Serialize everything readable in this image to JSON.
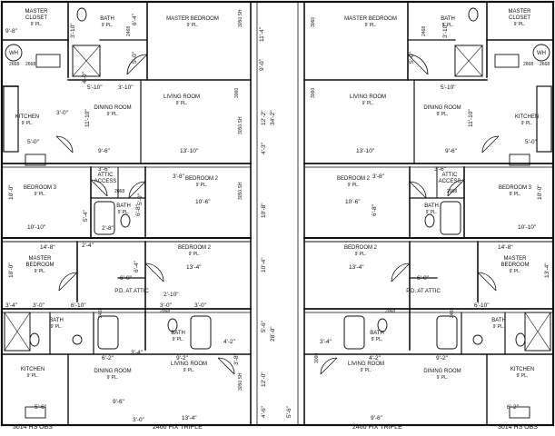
{
  "rooms": [
    {
      "id": "ul-closet",
      "label": "MASTER CLOSET",
      "sub": "9' PL."
    },
    {
      "id": "ul-bath",
      "label": "BATH",
      "sub": "9' PL."
    },
    {
      "id": "ul-master",
      "label": "MASTER BEDROOM",
      "sub": "9' PL."
    },
    {
      "id": "ul-living",
      "label": "LIVING ROOM",
      "sub": "9' PL."
    },
    {
      "id": "ul-dining",
      "label": "DINING ROOM",
      "sub": "9' PL."
    },
    {
      "id": "ul-kitchen",
      "label": "KITCHEN",
      "sub": "9' PL."
    },
    {
      "id": "ul-bed3",
      "label": "BEDROOM 3",
      "sub": "9' PL."
    },
    {
      "id": "ul-bed2",
      "label": "BEDROOM 2",
      "sub": "9' PL."
    },
    {
      "id": "ul-attic",
      "label": "ATTIC ACCESS",
      "sub": ""
    },
    {
      "id": "ul-bath2",
      "label": "BATH",
      "sub": "9' PL."
    },
    {
      "id": "ur-master",
      "label": "MASTER BEDROOM",
      "sub": "9' PL."
    },
    {
      "id": "ur-closet",
      "label": "MASTER CLOSET",
      "sub": "9' PL."
    },
    {
      "id": "ur-bath",
      "label": "BATH",
      "sub": "9' PL."
    },
    {
      "id": "ur-living",
      "label": "LIVING ROOM",
      "sub": "9' PL."
    },
    {
      "id": "ur-dining",
      "label": "DINING ROOM",
      "sub": "9' PL."
    },
    {
      "id": "ur-kitchen",
      "label": "KITCHEN",
      "sub": "9' PL."
    },
    {
      "id": "ur-bed2",
      "label": "BEDROOM 2",
      "sub": "9' PL."
    },
    {
      "id": "ur-bed3",
      "label": "BEDROOM 3",
      "sub": "9' PL."
    },
    {
      "id": "ur-attic",
      "label": "ATTIC ACCESS",
      "sub": ""
    },
    {
      "id": "ur-bath2",
      "label": "BATH",
      "sub": "9' PL."
    },
    {
      "id": "ll-master",
      "label": "MASTER BEDROOM",
      "sub": "9' PL."
    },
    {
      "id": "ll-bed2",
      "label": "BEDROOM 2",
      "sub": "9' PL."
    },
    {
      "id": "ll-attic",
      "label": "P.D. AT ATTIC",
      "sub": ""
    },
    {
      "id": "ll-bath",
      "label": "BATH",
      "sub": "9' PL."
    },
    {
      "id": "ll-bath2",
      "label": "BATH",
      "sub": "9' PL."
    },
    {
      "id": "ll-kitchen",
      "label": "KITCHEN",
      "sub": "9' PL."
    },
    {
      "id": "ll-dining",
      "label": "DINING ROOM",
      "sub": "9' PL."
    },
    {
      "id": "ll-living",
      "label": "LIVING ROOM",
      "sub": "9' PL."
    },
    {
      "id": "lr-bed2",
      "label": "BEDROOM 2",
      "sub": "9' PL."
    },
    {
      "id": "lr-master",
      "label": "MASTER BEDROOM",
      "sub": "9' PL."
    },
    {
      "id": "lr-attic",
      "label": "P.D. AT ATTIC",
      "sub": ""
    },
    {
      "id": "lr-bath",
      "label": "BATH",
      "sub": "9' PL."
    },
    {
      "id": "lr-bath2",
      "label": "BATH",
      "sub": "9' PL."
    },
    {
      "id": "lr-living",
      "label": "LIVING ROOM",
      "sub": "9' PL."
    },
    {
      "id": "lr-dining",
      "label": "DINING ROOM",
      "sub": "9' PL."
    },
    {
      "id": "lr-kitchen",
      "label": "KITCHEN",
      "sub": "9' PL."
    }
  ],
  "dimensions": [
    "9'-8\"",
    "3'-10\"",
    "6'-4\"",
    "5'-0\"",
    "4'-0\"",
    "5'-10\"",
    "3'-10\"",
    "11'-10\"",
    "3'-0\"",
    "5'-0\"",
    "9'-6\"",
    "13'-10\"",
    "10'-0\"",
    "10'-10\"",
    "3'-6\"",
    "3'-8\"",
    "5'-4\"",
    "6'-8\"",
    "2'-8\"",
    "5'-0\"",
    "10'-6\"",
    "11'-4\"",
    "9'-0\"",
    "12'-2\"",
    "34'-2\"",
    "4'-3\"",
    "10'-8\"",
    "5'-0\"",
    "3'-10\"",
    "5'-10\"",
    "11'-10\"",
    "13'-10\"",
    "9'-6\"",
    "5'-0\"",
    "3'-6\"",
    "3'-8\"",
    "10'-6\"",
    "6'-8\"",
    "10'-0\"",
    "10'-10\"",
    "14'-8\"",
    "2'-4\"",
    "10'-0\"",
    "6'-0\"",
    "6'-4\"",
    "13'-4\"",
    "3'-4\"",
    "3'-0\"",
    "6'-10\"",
    "2'-10\"",
    "3'-0\"",
    "3'-0\"",
    "4'-2\"",
    "3'-4\"",
    "6'-2\"",
    "9'-2\"",
    "5'-6\"",
    "9'-6\"",
    "3'-0\"",
    "13'-4\"",
    "10'-4\"",
    "5'-6\"",
    "28'-0\"",
    "12'-0\"",
    "4'-6\"",
    "3'-8\"",
    "14'-8\"",
    "13'-4\"",
    "6'-0\"",
    "6'-10\"",
    "3'-4\"",
    "4'-2\"",
    "9'-2\"",
    "6'-2\"",
    "9'-6\"",
    "5'-6\"",
    "13'-4\"",
    "4'-6\"",
    "10'-0\""
  ],
  "window_tags": [
    "3014 HS OBS",
    "2460 FIX TRIPLE",
    "2460 FIX TRIPLE",
    "3014 HS OBS"
  ],
  "door_tags": [
    "2668",
    "2668",
    "2668",
    "2668",
    "2468",
    "2468",
    "2068",
    "2068",
    "2468",
    "2468",
    "2068",
    "2068"
  ],
  "wall_tags": [
    "3050 SH",
    "3050 SH",
    "3050 SH",
    "3050 SH",
    "3060",
    "3060",
    "3060",
    "3060"
  ],
  "fixtures": [
    "WH",
    "WH"
  ]
}
